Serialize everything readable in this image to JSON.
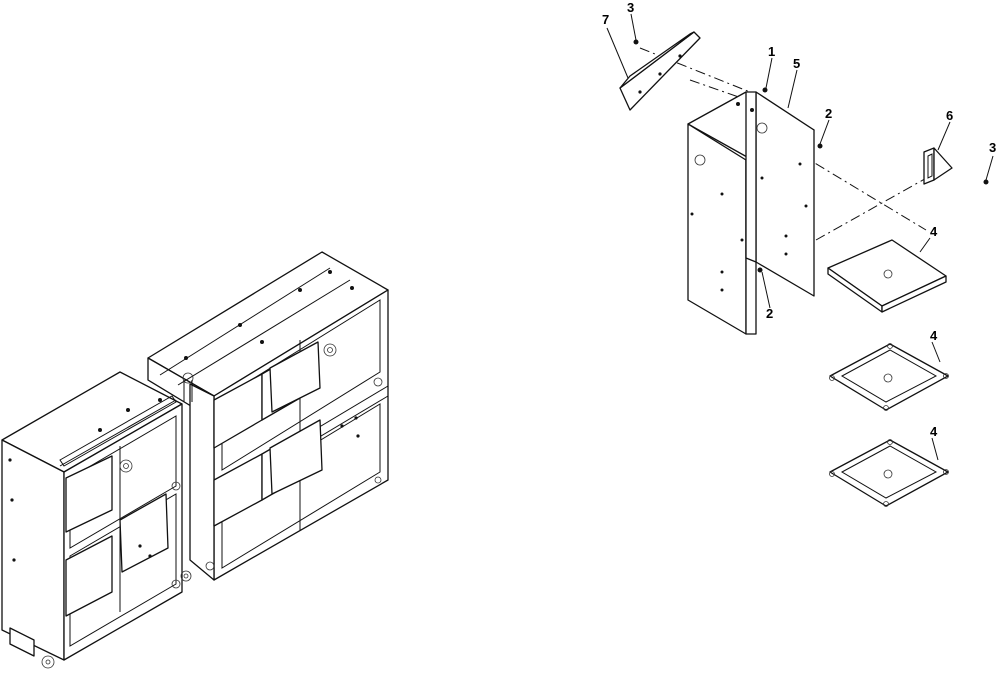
{
  "callouts": {
    "c1": "1",
    "c2a": "2",
    "c2b": "2",
    "c3a": "3",
    "c3b": "3",
    "c4a": "4",
    "c4b": "4",
    "c4c": "4",
    "c5": "5",
    "c6": "6",
    "c7": "7"
  }
}
